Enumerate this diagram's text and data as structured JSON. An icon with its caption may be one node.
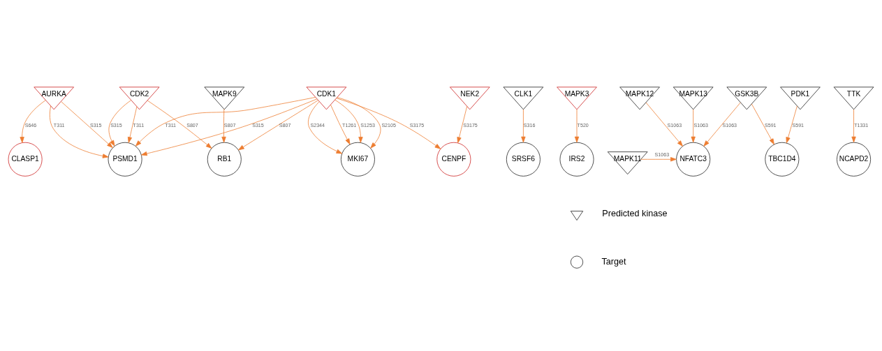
{
  "diagram": {
    "nodes": [
      {
        "text": [
          "AURKA"
        ]
      },
      {
        "text": [
          "CDK2"
        ]
      },
      {
        "text": [
          "CDK1"
        ]
      },
      {
        "text": [
          "NEK2"
        ]
      },
      {
        "text": [
          "CLK1"
        ]
      },
      {
        "text": [
          "MAPK3"
        ]
      },
      {
        "text": [
          "CLASP1"
        ]
      },
      {
        "text": [
          "PSMD1"
        ]
      },
      {
        "text": [
          "RB1"
        ]
      },
      {
        "text": [
          "MKI67"
        ]
      },
      {
        "text": [
          "CENPF"
        ]
      },
      {
        "text": [
          "SRSF6"
        ]
      },
      {
        "text": [
          "IRS2"
        ]
      },
      {
        "text": [
          "MAPK12"
        ]
      },
      {
        "text": [
          "MAPK13"
        ]
      },
      {
        "text": [
          "MAPK9"
        ]
      },
      {
        "text": [
          "GSK3B"
        ]
      },
      {
        "text": [
          "PDK1"
        ]
      },
      {
        "text": [
          "TTK"
        ]
      },
      {
        "text": [
          "MAPK11"
        ]
      },
      {
        "text": [
          "NFATC3"
        ]
      },
      {
        "text": [
          "TBC1D4"
        ]
      },
      {
        "text": [
          "NCAPD2"
        ]
      }
    ],
    "edges": [
      {
        "from": 0,
        "to": 6,
        "arrow": "to",
        "label": "S646"
      },
      {
        "from": 0,
        "to": 7,
        "arrow": "to",
        "label": "T311"
      },
      {
        "from": 0,
        "to": 7,
        "arrow": "to",
        "label": "S315"
      },
      {
        "from": 1,
        "to": 7,
        "arrow": "to",
        "label": "S315"
      },
      {
        "from": 1,
        "to": 7,
        "arrow": "to",
        "label": "T311"
      },
      {
        "from": 1,
        "to": 8,
        "arrow": "to",
        "label": "S807"
      },
      {
        "from": 2,
        "to": 7,
        "arrow": "to",
        "label": "T311"
      },
      {
        "from": 2,
        "to": 7,
        "arrow": "to",
        "label": "S315"
      },
      {
        "from": 2,
        "to": 8,
        "arrow": "to",
        "label": "S807"
      },
      {
        "from": 2,
        "to": 9,
        "arrow": "to",
        "label": "S2344"
      },
      {
        "from": 2,
        "to": 9,
        "arrow": "to",
        "label": "T1261"
      },
      {
        "from": 2,
        "to": 9,
        "arrow": "to",
        "label": "S1253"
      },
      {
        "from": 2,
        "to": 10,
        "arrow": "to",
        "label": "S3175"
      },
      {
        "from": 2,
        "to": 9,
        "arrow": "to",
        "label": "S2105"
      },
      {
        "from": 3,
        "to": 10,
        "arrow": "to",
        "label": "S3175"
      },
      {
        "from": 4,
        "to": 11,
        "arrow": "to",
        "label": "S316"
      },
      {
        "from": 5,
        "to": 12,
        "arrow": "to",
        "label": "T520"
      },
      {
        "from": 15,
        "to": 8,
        "arrow": "to",
        "label": "S807"
      },
      {
        "from": 13,
        "to": 20,
        "arrow": "to",
        "label": "S1063"
      },
      {
        "from": 14,
        "to": 20,
        "arrow": "to",
        "label": "S1063"
      },
      {
        "from": 16,
        "to": 20,
        "arrow": "to",
        "label": "S1063"
      },
      {
        "from": 16,
        "to": 21,
        "arrow": "to",
        "label": "S591"
      },
      {
        "from": 17,
        "to": 21,
        "arrow": "to",
        "label": "S591"
      },
      {
        "from": 18,
        "to": 22,
        "arrow": "to",
        "label": "T1331"
      },
      {
        "from": 19,
        "to": 20,
        "arrow": "to",
        "label": "S1063"
      }
    ],
    "legend": [
      {
        "text": "Predicted kinase"
      },
      {
        "text": "Target"
      }
    ]
  }
}
